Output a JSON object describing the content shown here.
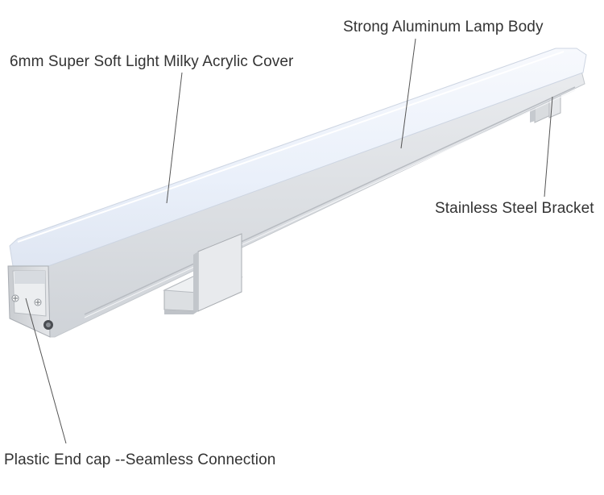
{
  "callouts": {
    "body": "Strong Aluminum Lamp Body",
    "cover": "6mm Super Soft Light Milky Acrylic Cover",
    "bracket": "Stainless Steel Bracket",
    "endcap": "Plastic End cap --Seamless Connection"
  },
  "colors": {
    "background": "#ffffff",
    "label_text": "#333333",
    "leader_line": "#555555",
    "acrylic_cover": "#eef3fb",
    "aluminum_body": "#dfe2e6"
  }
}
